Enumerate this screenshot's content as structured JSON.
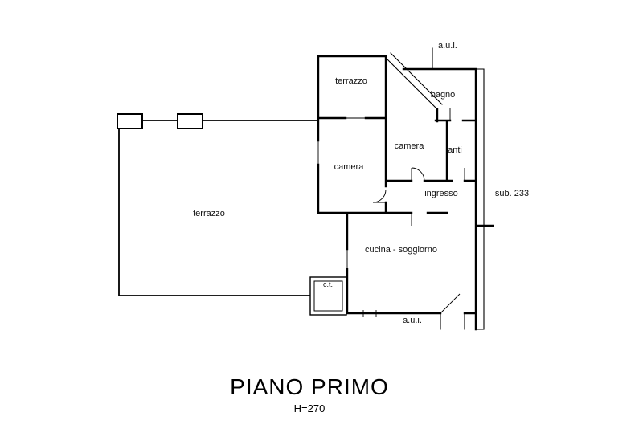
{
  "colors": {
    "background": "#ffffff",
    "line": "#000000",
    "text": "#111111"
  },
  "title_block": {
    "title": "PIANO PRIMO",
    "height_note": "H=270"
  },
  "plan": {
    "labels": {
      "aui_top": "a.u.i.",
      "terrazzo_top": "terrazzo",
      "bagno": "bagno",
      "camera_right": "camera",
      "anti": "anti",
      "camera_left": "camera",
      "ingresso": "ingresso",
      "sub_unit": "sub. 233",
      "terrazzo_main": "terrazzo",
      "cucina_soggiorno": "cucina - soggiorno",
      "ct": "c.t.",
      "aui_bottom": "a.u.i."
    }
  }
}
